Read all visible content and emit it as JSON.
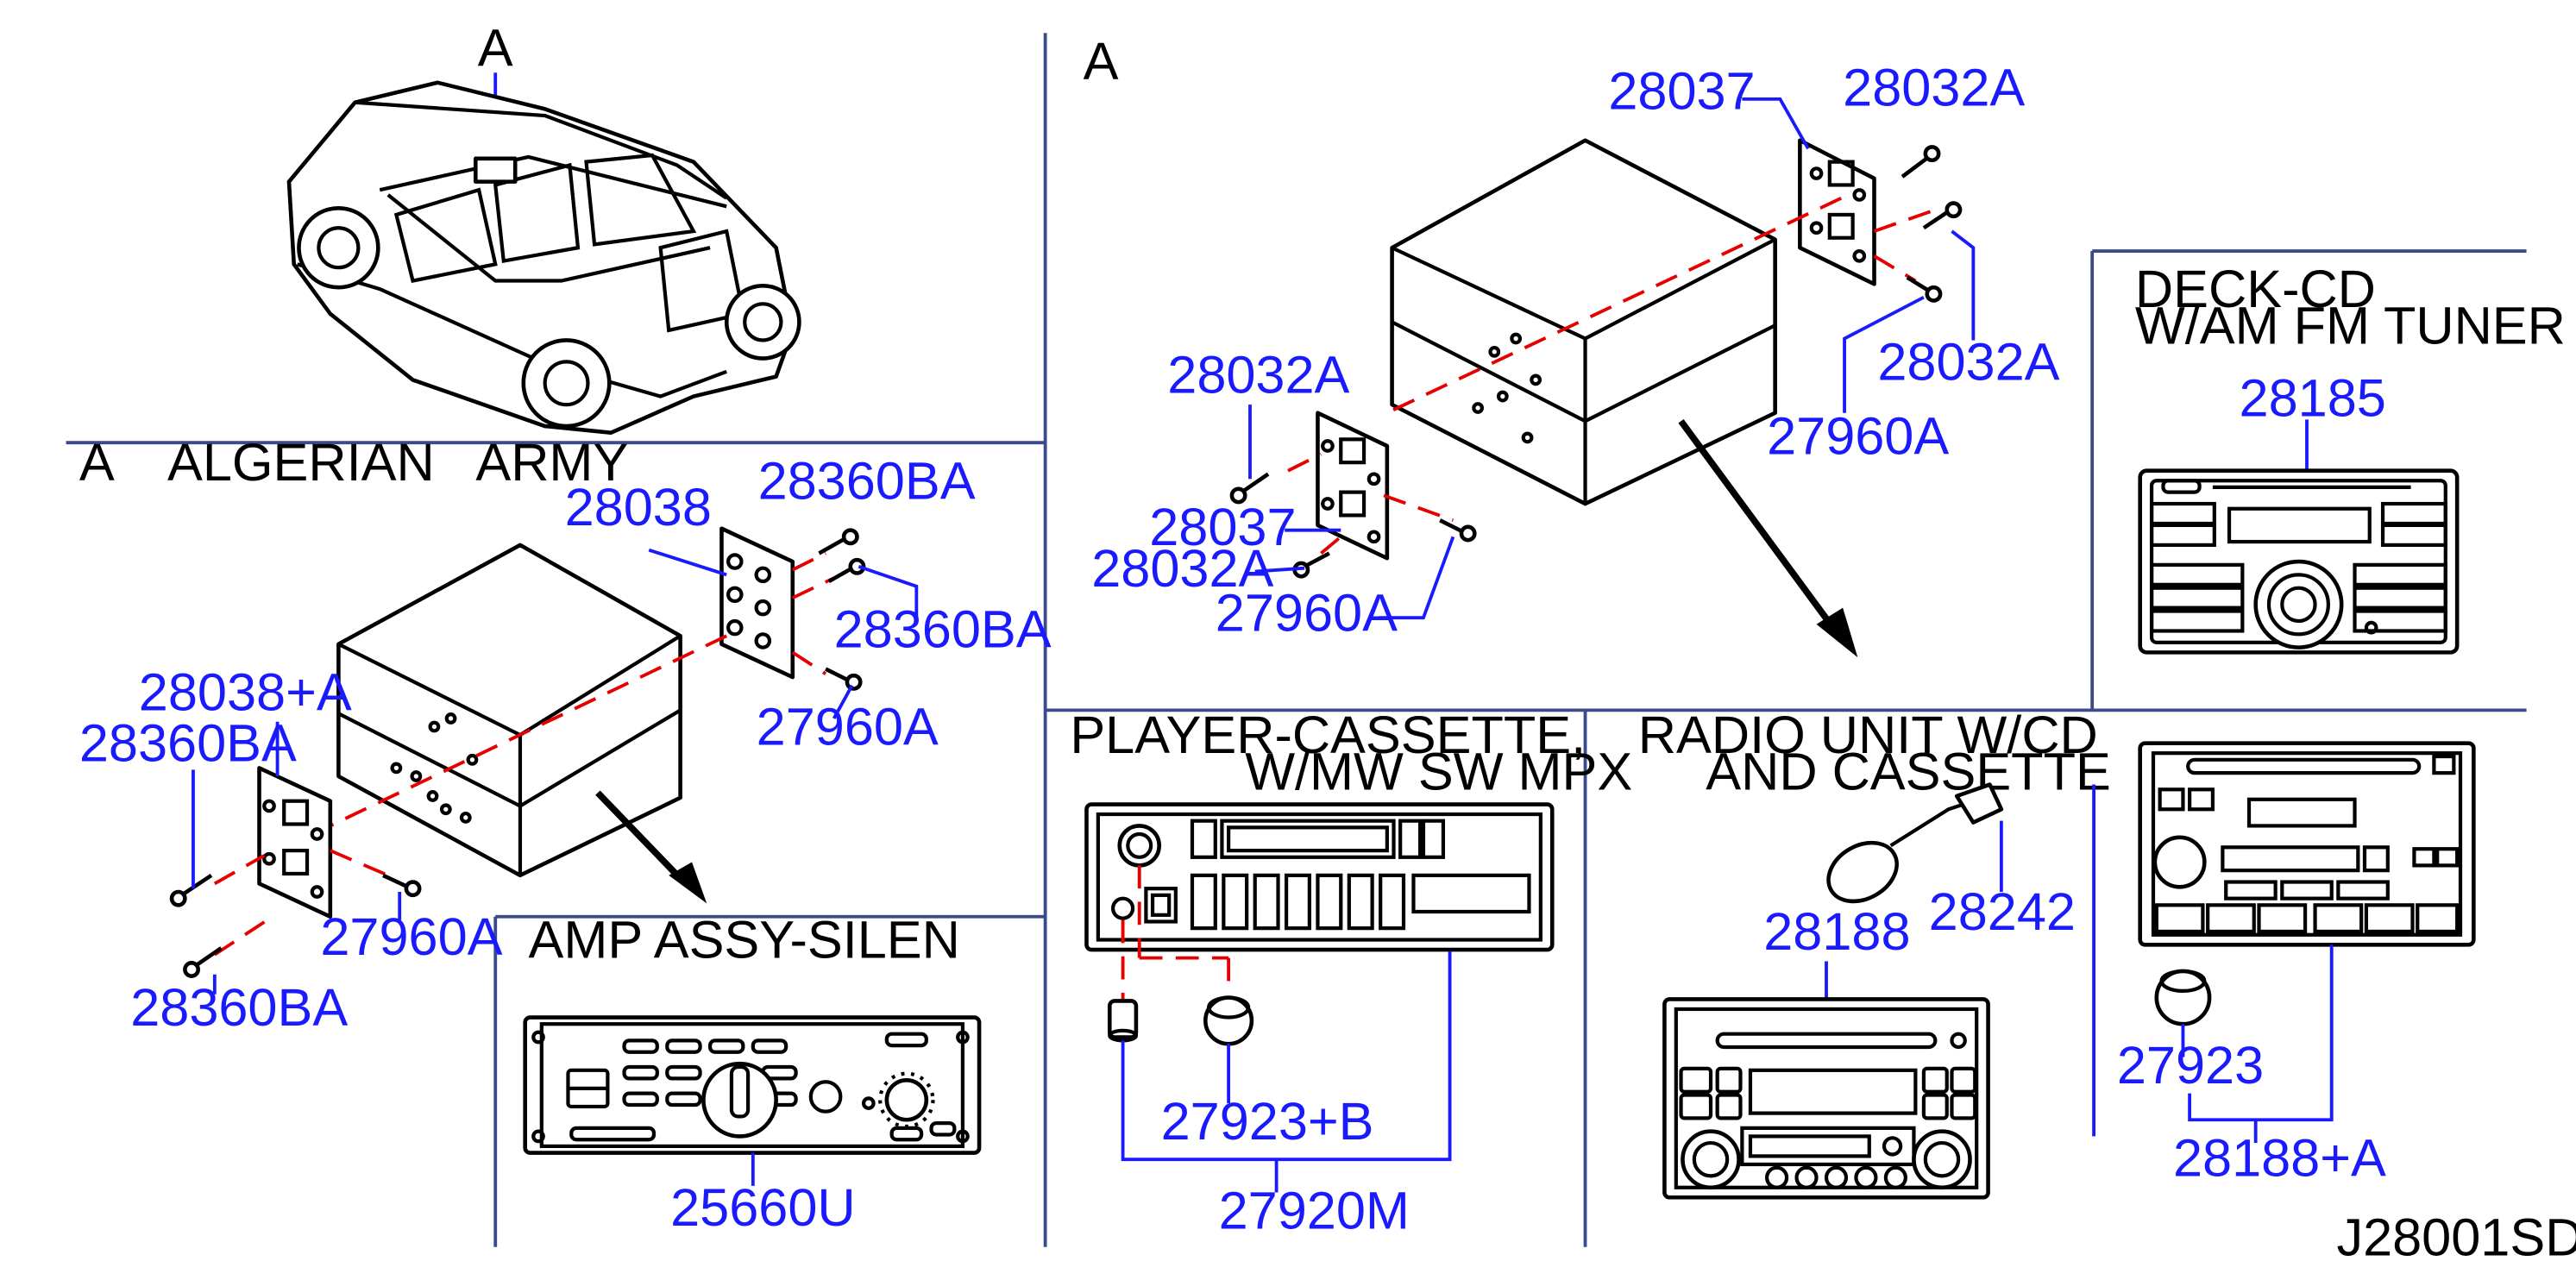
{
  "colors": {
    "label": "#1a1aff",
    "caption": "#000000",
    "dashed_axis": "#e60000",
    "divider": "#3a4a8a"
  },
  "sections": {
    "vehicle": {
      "label": "A"
    },
    "mount_a": {
      "label": "A"
    },
    "algerian": {
      "caption": "A    ALGERIAN   ARMY"
    },
    "deck_cd": {
      "caption_1": "DECK-CD",
      "caption_2": "W/AM   FM   TUNER"
    },
    "amp": {
      "caption": "AMP   ASSY-SILEN"
    },
    "cassette": {
      "caption_1": "PLAYER-CASSETTE,",
      "caption_2": "W/MW   SW   MPX"
    },
    "radio_cd": {
      "caption_1": "RADIO   UNIT   W/CD",
      "caption_2": "AND   CASSETTE"
    }
  },
  "parts": {
    "p28037_top": "28037",
    "p28032A_top1": "28032A",
    "p28032A_right": "28032A",
    "p27960A_top": "27960A",
    "p28032A_left": "28032A",
    "p28037_left": "28037",
    "p28032A_lower": "28032A",
    "p27960A_lower": "27960A",
    "p28185": "28185",
    "p28038": "28038",
    "p28360BA_1": "28360BA",
    "p28360BA_2": "28360BA",
    "p27960A_alg": "27960A",
    "p28038A": "28038+A",
    "p28360BA_3": "28360BA",
    "p27960A_alg2": "27960A",
    "p28360BA_4": "28360BA",
    "p25660U": "25660U",
    "p27923B": "27923+B",
    "p27920M": "27920M",
    "p28188": "28188",
    "p28242": "28242",
    "p27923": "27923",
    "p28188A": "28188+A"
  },
  "footer": {
    "code": "J28001SD"
  }
}
